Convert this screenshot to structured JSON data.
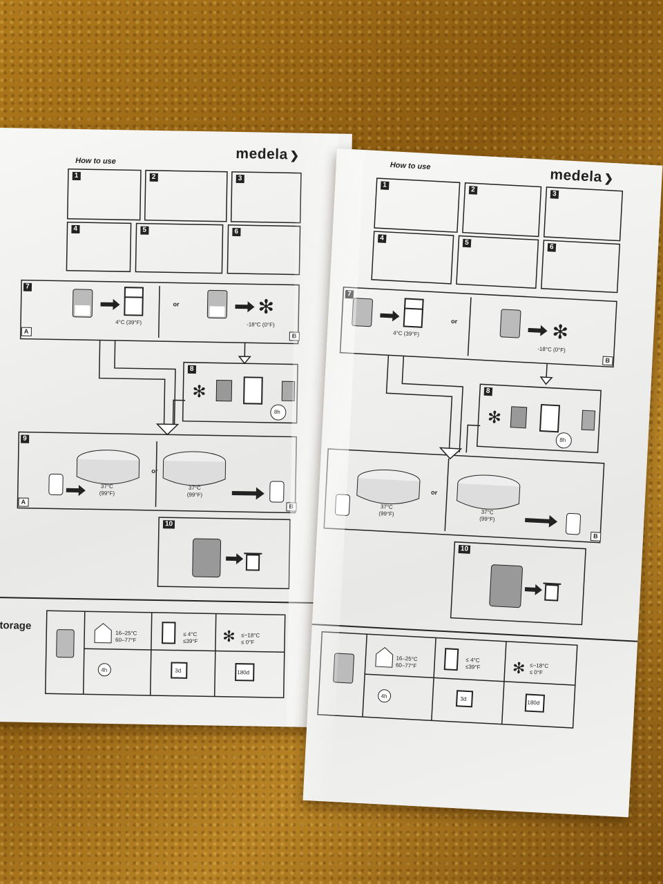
{
  "packages": [
    {
      "id": "left",
      "header": "How to use",
      "brand": "medela",
      "step_numbers": [
        "1",
        "2",
        "3",
        "4",
        "5",
        "6",
        "7",
        "8",
        "9",
        "10"
      ],
      "fridge_temp": "4°C (39°F)",
      "freezer_temp": "-18°C (0°F)",
      "or_label": "or",
      "path_a": "A",
      "path_b": "B",
      "thaw_time": "8h",
      "warm_temp_c": "37°C",
      "warm_temp_f": "(99°F)",
      "storage_title": "Storage",
      "storage": {
        "room_c": "16–25°C",
        "room_f": "60–77°F",
        "room_time": "4h",
        "fridge_le_c": "≤ 4°C",
        "fridge_le_f": "≤39°F",
        "fridge_time": "3d",
        "freezer_le_c": "≤−18°C",
        "freezer_le_f": "≤ 0°F",
        "freezer_time": "180d"
      }
    },
    {
      "id": "right",
      "header": "How to use",
      "brand": "medela",
      "step_numbers": [
        "1",
        "2",
        "3",
        "4",
        "5",
        "6",
        "7",
        "8",
        "10"
      ],
      "fridge_temp": "4°C (39°F)",
      "freezer_temp": "-18°C (0°F)",
      "or_label": "or",
      "path_b": "B",
      "thaw_time": "8h",
      "warm_temp_c": "37°C",
      "warm_temp_f": "(99°F)",
      "storage": {
        "room_c": "16–25°C",
        "room_f": "60–77°F",
        "room_time": "4h",
        "fridge_le_c": "≤ 4°C",
        "fridge_le_f": "≤39°F",
        "fridge_time": "3d",
        "freezer_le_c": "≤−18°C",
        "freezer_le_f": "≤ 0°F",
        "freezer_time": "180d"
      }
    }
  ],
  "icons": [
    "bag-icon",
    "fridge-icon",
    "snowflake-icon",
    "pot-icon",
    "bottle-icon",
    "trash-icon",
    "house-thermometer-icon",
    "clock-icon",
    "calendar-icon",
    "arrow-icon",
    "brand-logo-icon"
  ],
  "colors": {
    "carpet": "#a26d17",
    "package": "#f2f2f0",
    "ink": "#222222"
  }
}
